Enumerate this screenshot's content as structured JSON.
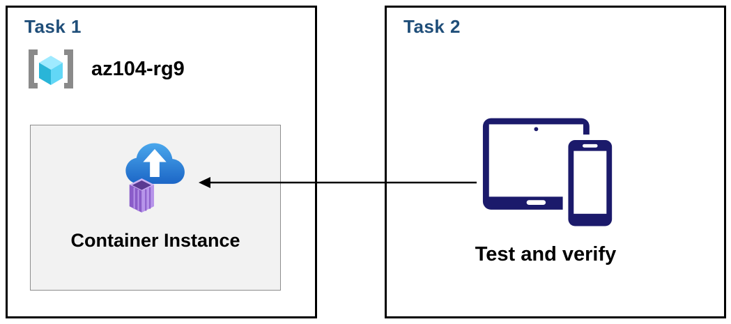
{
  "diagram": {
    "task1": {
      "title": "Task 1",
      "resource_group": {
        "label": "az104-rg9",
        "icon": "resource-group-icon"
      },
      "container": {
        "label": "Container Instance",
        "icon": "container-instance-icon"
      }
    },
    "task2": {
      "title": "Task 2",
      "caption": "Test and verify",
      "icon": "tablet-phone-icon"
    },
    "arrow": {
      "from": "task2-devices",
      "to": "task1-container-instance",
      "direction": "left"
    },
    "colors": {
      "title": "#1f4e79",
      "panel_border": "#000000",
      "inner_box_bg": "#f2f2f2",
      "inner_box_border": "#8c8c8c",
      "device_icon": "#1b1a6b",
      "cloud_blue_light": "#4aa7ec",
      "cloud_blue_dark": "#1c66c6",
      "cube_purple_top": "#cdb3f3",
      "cube_purple_dark": "#8a5cc9",
      "cube_purple_light": "#b794ea",
      "cube_purple_inner": "#5a3a92",
      "rg_cube_top": "#9feaff",
      "rg_cube_left": "#29b5d8",
      "rg_cube_right": "#62d7f6",
      "bracket_gray": "#8a8a8a"
    }
  }
}
